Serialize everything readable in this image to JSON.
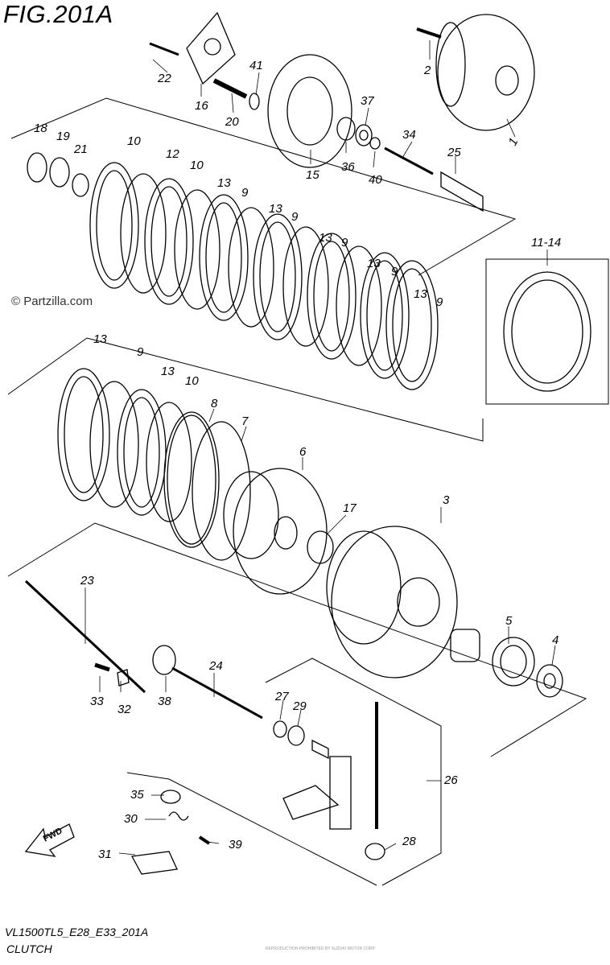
{
  "figure": {
    "title": "FIG.201A",
    "code": "VL1500TL5_E28_E33_201A",
    "name": "CLUTCH",
    "watermark": "© Partzilla.com",
    "tiny_text": "REPRODUCTION PROHIBITED BY SUZUKI MOTOR CORP"
  },
  "fwd_label": "FWD",
  "part_labels": [
    "1",
    "2",
    "3",
    "4",
    "5",
    "6",
    "7",
    "8",
    "9",
    "10",
    "11-14",
    "12",
    "13",
    "15",
    "16",
    "17",
    "18",
    "19",
    "20",
    "21",
    "22",
    "23",
    "24",
    "25",
    "26",
    "27",
    "28",
    "29",
    "30",
    "31",
    "32",
    "33",
    "34",
    "35",
    "36",
    "37",
    "38",
    "39",
    "40",
    "41"
  ]
}
